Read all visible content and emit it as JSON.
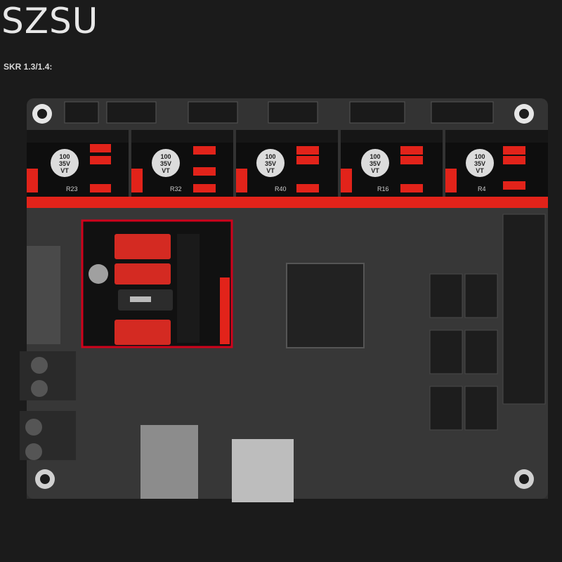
{
  "header": {
    "brand": "SZSU",
    "subtitle": "SKR 1.3/1.4:"
  },
  "board": {
    "driver_labels": [
      "R23",
      "R32",
      "R40",
      "R16",
      "R4"
    ],
    "cap_text": [
      "100",
      "35V",
      "VT"
    ],
    "zoom_frame_color": "#d0021b",
    "header_color": "#e2231a",
    "pcb_color": "#2e2e2e"
  }
}
